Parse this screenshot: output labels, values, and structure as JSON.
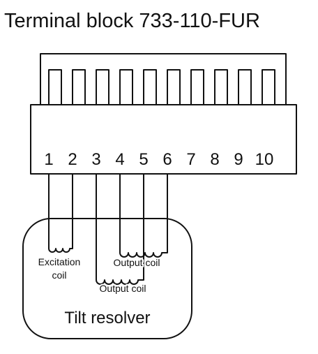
{
  "title": "Terminal block 733-110-FUR",
  "terminal_numbers": [
    "1",
    "2",
    "3",
    "4",
    "5",
    "6",
    "7",
    "8",
    "9",
    "10"
  ],
  "labels": {
    "excitation_coil_line1": "Excitation",
    "excitation_coil_line2": "coil",
    "output_coil_a": "Output coil",
    "output_coil_b": "Output coil",
    "tilt_resolver": "Tilt resolver"
  },
  "colors": {
    "line": "#111111",
    "background": "#ffffff"
  }
}
